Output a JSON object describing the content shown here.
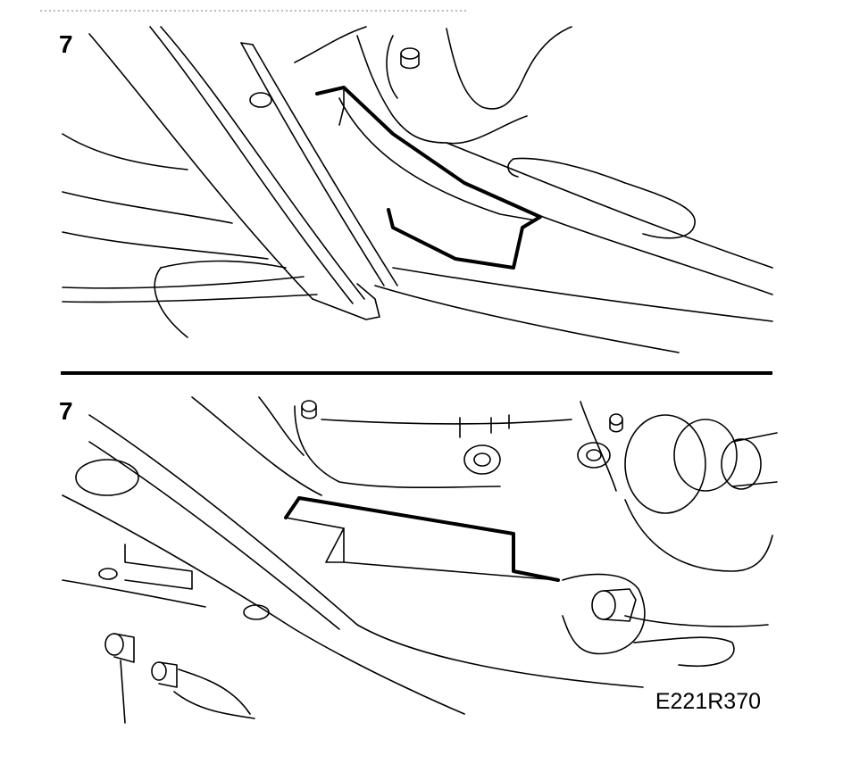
{
  "panels": [
    {
      "step": "7"
    },
    {
      "step": "7"
    }
  ],
  "figure_code": "E221R370"
}
